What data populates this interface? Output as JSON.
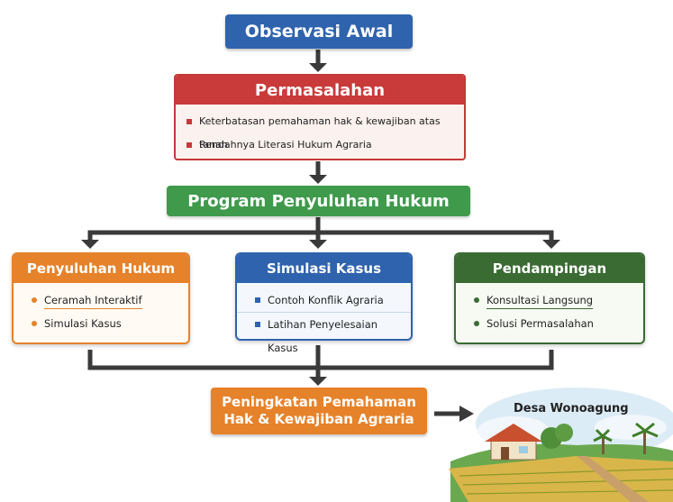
{
  "observasi": {
    "title": "Observasi Awal"
  },
  "permasalahan": {
    "title": "Permasalahan",
    "items": [
      "Keterbatasan pemahaman hak & kewajiban atas tanah",
      "Rendahnya Literasi Hukum Agraria"
    ]
  },
  "program": {
    "title": "Program Penyuluhan Hukum"
  },
  "cards": [
    {
      "title": "Penyuluhan Hukum",
      "items": [
        "Ceramah Interaktif",
        "Simulasi Kasus"
      ]
    },
    {
      "title": "Simulasi Kasus",
      "items": [
        "Contoh Konflik Agraria",
        "Latihan Penyelesaian Kasus"
      ]
    },
    {
      "title": "Pendampingan",
      "items": [
        "Konsultasi Langsung",
        "Solusi Permasalahan"
      ]
    }
  ],
  "result": {
    "line1": "Peningkatan Pemahaman",
    "line2": "Hak & Kewajiban Agraria"
  },
  "village": {
    "label": "Desa Wonoagung"
  },
  "colors": {
    "blue": "#2f63ad",
    "red": "#c93a3a",
    "green": "#3f9a4c",
    "orange": "#e6822a",
    "darkgreen": "#3a6b33"
  }
}
